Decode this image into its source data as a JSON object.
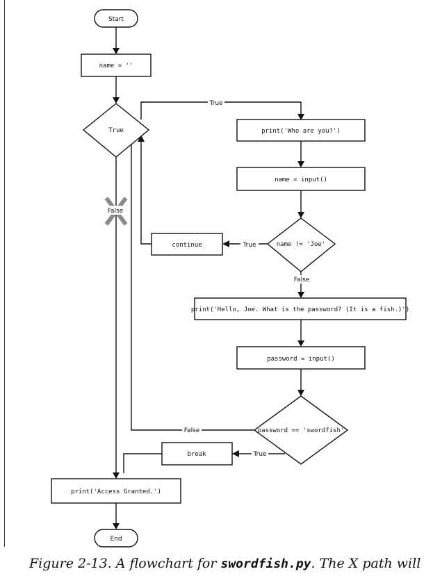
{
  "diagram": {
    "start": "Start",
    "assign_name": "name = ''",
    "loop_condition": "True",
    "print_who": "print('Who are you?')",
    "name_input": "name = input()",
    "check_name": "name != 'Joe'",
    "continue_box": "continue",
    "print_hello": "print('Hello, Joe. What is the password? (It is a fish.)')",
    "password_input": "password = input()",
    "check_password": "password == 'swordfish'",
    "break_box": "break",
    "print_granted": "print('Access Granted.')",
    "end": "End"
  },
  "edge_labels": {
    "true_top": "True",
    "false_x": "False",
    "true_continue": "True",
    "false_name": "False",
    "false_password": "False",
    "true_break": "True"
  },
  "caption": {
    "prefix": "Figure 2-13. A flowchart for ",
    "filename": "swordfish.py",
    "suffix": ". The X path will"
  }
}
